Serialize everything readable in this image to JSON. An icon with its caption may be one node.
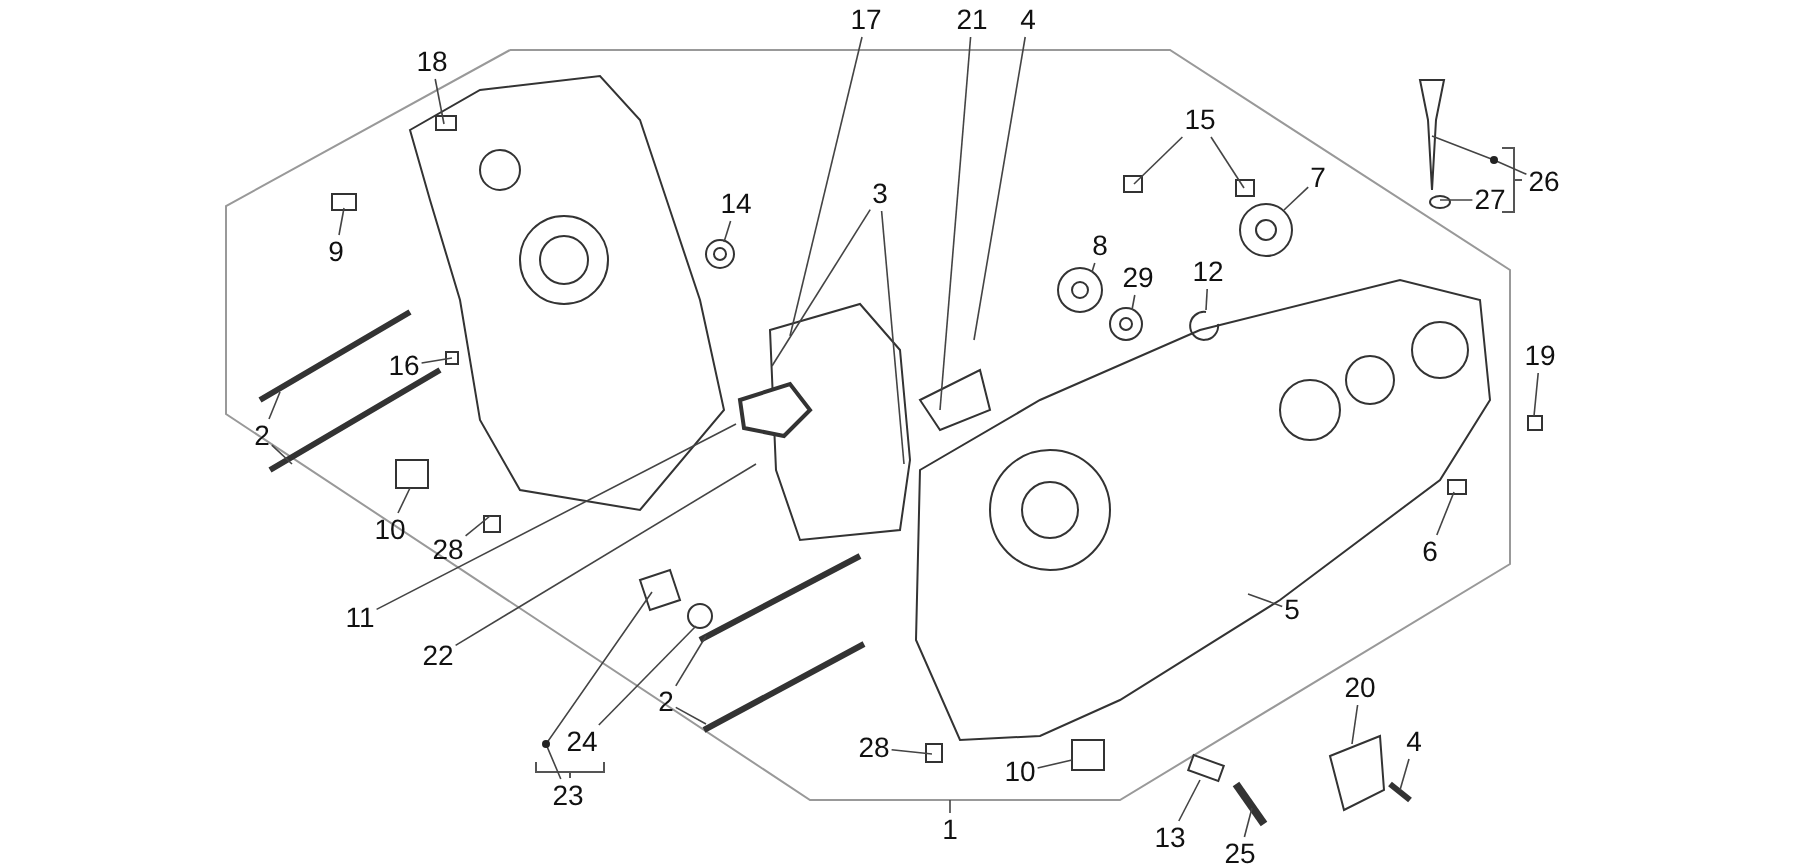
{
  "diagram": {
    "nodes": [
      {
        "text": [
          "17"
        ]
      },
      {
        "text": [
          "21"
        ]
      },
      {
        "text": [
          "4"
        ]
      },
      {
        "text": [
          "18"
        ]
      },
      {
        "text": [
          "15"
        ]
      },
      {
        "text": [
          "3"
        ]
      },
      {
        "text": [
          "7"
        ]
      },
      {
        "text": [
          "26"
        ]
      },
      {
        "text": [
          "27"
        ]
      },
      {
        "text": [
          "14"
        ]
      },
      {
        "text": [
          "9"
        ]
      },
      {
        "text": [
          "8"
        ]
      },
      {
        "text": [
          "29"
        ]
      },
      {
        "text": [
          "12"
        ]
      },
      {
        "text": [
          "16"
        ]
      },
      {
        "text": [
          "19"
        ]
      },
      {
        "text": [
          "2"
        ]
      },
      {
        "text": [
          "10"
        ]
      },
      {
        "text": [
          "28"
        ]
      },
      {
        "text": [
          "6"
        ]
      },
      {
        "text": [
          "11"
        ]
      },
      {
        "text": [
          "5"
        ]
      },
      {
        "text": [
          "22"
        ]
      },
      {
        "text": [
          "2"
        ]
      },
      {
        "text": [
          "20"
        ]
      },
      {
        "text": [
          "24"
        ]
      },
      {
        "text": [
          "23"
        ]
      },
      {
        "text": [
          "4"
        ]
      },
      {
        "text": [
          "28"
        ]
      },
      {
        "text": [
          "10"
        ]
      },
      {
        "text": [
          "1"
        ]
      },
      {
        "text": [
          "13"
        ]
      },
      {
        "text": [
          "25"
        ]
      }
    ],
    "edges": [
      {
        "from": 0,
        "to": null,
        "arrow": "none"
      },
      {
        "from": 1,
        "to": null,
        "arrow": "none"
      },
      {
        "from": 2,
        "to": null,
        "arrow": "none"
      },
      {
        "from": 3,
        "to": null,
        "arrow": "none"
      },
      {
        "from": 4,
        "to": null,
        "arrow": "none"
      },
      {
        "from": 4,
        "to": null,
        "arrow": "none"
      },
      {
        "from": 5,
        "to": null,
        "arrow": "none"
      },
      {
        "from": 5,
        "to": null,
        "arrow": "none"
      },
      {
        "from": 6,
        "to": null,
        "arrow": "none"
      },
      {
        "from": 7,
        "to": null,
        "arrow": "none"
      },
      {
        "from": 8,
        "to": null,
        "arrow": "none"
      },
      {
        "from": 9,
        "to": null,
        "arrow": "none"
      },
      {
        "from": 10,
        "to": null,
        "arrow": "none"
      },
      {
        "from": 11,
        "to": null,
        "arrow": "none"
      },
      {
        "from": 12,
        "to": null,
        "arrow": "none"
      },
      {
        "from": 13,
        "to": null,
        "arrow": "none"
      },
      {
        "from": 14,
        "to": null,
        "arrow": "none"
      },
      {
        "from": 15,
        "to": null,
        "arrow": "none"
      },
      {
        "from": 16,
        "to": null,
        "arrow": "none"
      },
      {
        "from": 16,
        "to": null,
        "arrow": "none"
      },
      {
        "from": 17,
        "to": null,
        "arrow": "none"
      },
      {
        "from": 18,
        "to": null,
        "arrow": "none"
      },
      {
        "from": 19,
        "to": null,
        "arrow": "none"
      },
      {
        "from": 20,
        "to": null,
        "arrow": "none"
      },
      {
        "from": 21,
        "to": null,
        "arrow": "none"
      },
      {
        "from": 22,
        "to": null,
        "arrow": "none"
      },
      {
        "from": 23,
        "to": null,
        "arrow": "none"
      },
      {
        "from": 23,
        "to": null,
        "arrow": "none"
      },
      {
        "from": 24,
        "to": null,
        "arrow": "none"
      },
      {
        "from": 25,
        "to": null,
        "arrow": "none"
      },
      {
        "from": 26,
        "to": null,
        "arrow": "none"
      },
      {
        "from": 27,
        "to": null,
        "arrow": "none"
      },
      {
        "from": 28,
        "to": null,
        "arrow": "none"
      },
      {
        "from": 29,
        "to": null,
        "arrow": "none"
      },
      {
        "from": 30,
        "to": null,
        "arrow": "none"
      },
      {
        "from": 31,
        "to": null,
        "arrow": "none"
      },
      {
        "from": 32,
        "to": null,
        "arrow": "none"
      }
    ]
  }
}
